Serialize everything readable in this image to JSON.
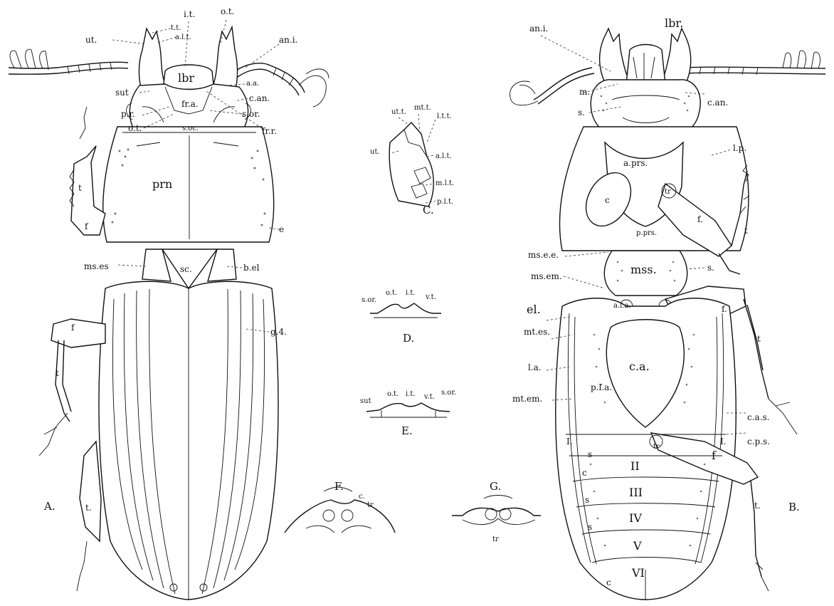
{
  "figure": {
    "panels": {
      "A": "A.",
      "B": "B.",
      "C": "C.",
      "D": "D.",
      "E": "E.",
      "F": "F.",
      "G": "G."
    },
    "labels_A": {
      "ut": "ut.",
      "tt": "t.t.",
      "alt": "a.l.t.",
      "it": "i.t.",
      "ot": "o.t.",
      "ani": "an.i.",
      "lbr": "lbr",
      "sut": "sut",
      "fra": "fr.a.",
      "aa": "a.a.",
      "can": "c.an.",
      "pr": "p.r.",
      "sor": "s.or.",
      "ot2": "o.t.",
      "frr": "fr.r.",
      "soc": "s.oc.",
      "prn": "prn",
      "t": "t",
      "f": "f",
      "e": "e",
      "mses": "ms.es",
      "sc": "sc.",
      "bel": "b.el",
      "f2": "f",
      "g4": "g.4.",
      "t2": "t",
      "t3": "t."
    },
    "labels_B": {
      "ani": "an.i.",
      "lbr": "lbr.",
      "can": "c.an.",
      "m": "m.",
      "s": "s.",
      "lp": "l.p.",
      "aprs": "a.prs.",
      "c": "c",
      "tr": "tr",
      "pprs": "p.prs.",
      "f": "f.",
      "t": "t",
      "msee": "ms.e.e.",
      "mss": "mss.",
      "s2": "s.",
      "msem": "ms.em.",
      "el": "el.",
      "ap": "a.l.a.",
      "f2": "f.",
      "mtes": "mt.es.",
      "t2": "t",
      "ca": "c.a.",
      "la": "l.a.",
      "pla": "p.l.a.",
      "mtem": "mt.em.",
      "cas": "c.a.s.",
      "cps": "c.p.s.",
      "tr2": "tr",
      "f3": "f",
      "t3": "t.",
      "c2": "c",
      "s3": "s",
      "s4": "s",
      "c3": "c",
      "s5": "s"
    },
    "sternites": [
      "I.",
      "I.",
      "II",
      "III",
      "IV",
      "V",
      "VI"
    ],
    "labels_C": {
      "utt": "ut.t.",
      "mtt": "mt.t.",
      "ltt": "l.t.t.",
      "ut": "ut.",
      "alt": "a.l.t.",
      "mlt": "m.l.t.",
      "plt": "p.l.t."
    },
    "labels_D": {
      "ot": "o.t.",
      "it": "i.t.",
      "sor": "s.or.",
      "vt": "v.t."
    },
    "labels_E": {
      "sut": "sut",
      "ot": "o.t.",
      "it": "i.t.",
      "vt": "v.t.",
      "sor": "s.or."
    },
    "labels_F": {
      "c": "c.",
      "tr": "tr"
    },
    "labels_G": {
      "tr": "tr"
    }
  }
}
